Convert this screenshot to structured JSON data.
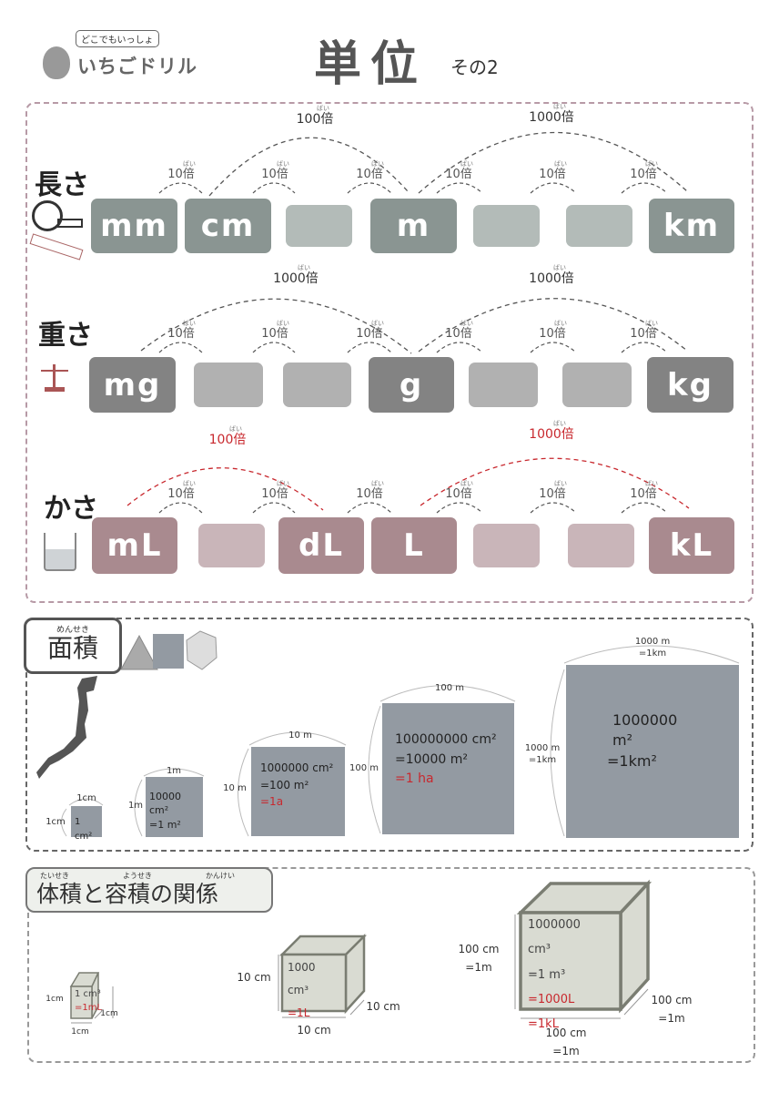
{
  "header": {
    "logo_bubble": "どこでもいっしょ",
    "logo_name": "いちごドリル",
    "title": "単位",
    "subtitle": "その2"
  },
  "units": {
    "ruby": "ばい",
    "ten": "10倍",
    "rows": [
      {
        "category": "長さ",
        "icon": "tape-measure-icon",
        "units": [
          "mm",
          "cm",
          "",
          "m",
          "",
          "",
          "km"
        ],
        "big": [
          {
            "label": "100倍"
          },
          {
            "label": "1000倍"
          }
        ],
        "colors": {
          "dark": "#8a9592",
          "light": "#b3bbb8"
        }
      },
      {
        "category": "重さ",
        "icon": "balance-scale-icon",
        "units": [
          "mg",
          "",
          "",
          "g",
          "",
          "",
          "kg"
        ],
        "big": [
          {
            "label": "1000倍"
          },
          {
            "label": "1000倍"
          }
        ],
        "colors": {
          "dark": "#838383",
          "light": "#b1b1b1"
        }
      },
      {
        "category": "かさ",
        "icon": "measuring-cup-icon",
        "units": [
          "mL",
          "",
          "dL",
          "L",
          "",
          "",
          "kL"
        ],
        "big": [
          {
            "label": "100倍"
          },
          {
            "label": "1000倍"
          }
        ],
        "colors": {
          "dark": "#a98a8f",
          "light": "#c9b5b9"
        }
      }
    ]
  },
  "area": {
    "ruby": "めんせき",
    "title": "面積",
    "squares": [
      {
        "top": "1cm",
        "side": "1cm",
        "lines": [
          "1 cm²"
        ],
        "red": ""
      },
      {
        "top": "1m",
        "side": "1m",
        "lines": [
          "10000 cm²",
          "=1 m²"
        ],
        "red": ""
      },
      {
        "top": "10 m",
        "side": "10 m",
        "lines": [
          "1000000 cm²",
          "=100 m²"
        ],
        "red": "=1a"
      },
      {
        "top": "100 m",
        "side": "100 m",
        "lines": [
          "100000000 cm²",
          "=10000 m²"
        ],
        "red": "=1 ha"
      },
      {
        "top": "1000 m\n=1km",
        "side": "1000 m\n=1km",
        "lines": [
          "1000000 m²",
          "=1km²"
        ],
        "red": ""
      }
    ]
  },
  "volume": {
    "ruby": [
      "たいせき",
      "ようせき",
      "かんけい"
    ],
    "title": "体積と容積の関係",
    "cubes": [
      {
        "lines": [
          "1 cm³"
        ],
        "red": [
          "=1mL"
        ],
        "height": "1cm",
        "width": "1cm",
        "depth": "1cm"
      },
      {
        "lines": [
          "1000 cm³"
        ],
        "red": [
          "=1L"
        ],
        "height": "10 cm",
        "width": "10 cm",
        "depth": "10 cm"
      },
      {
        "lines": [
          "1000000 cm³",
          "=1 m³"
        ],
        "red": [
          "=1000L",
          "=1kL"
        ],
        "height": "100 cm\n=1m",
        "width": "100 cm\n=1m",
        "depth": "100 cm\n=1m"
      }
    ]
  }
}
